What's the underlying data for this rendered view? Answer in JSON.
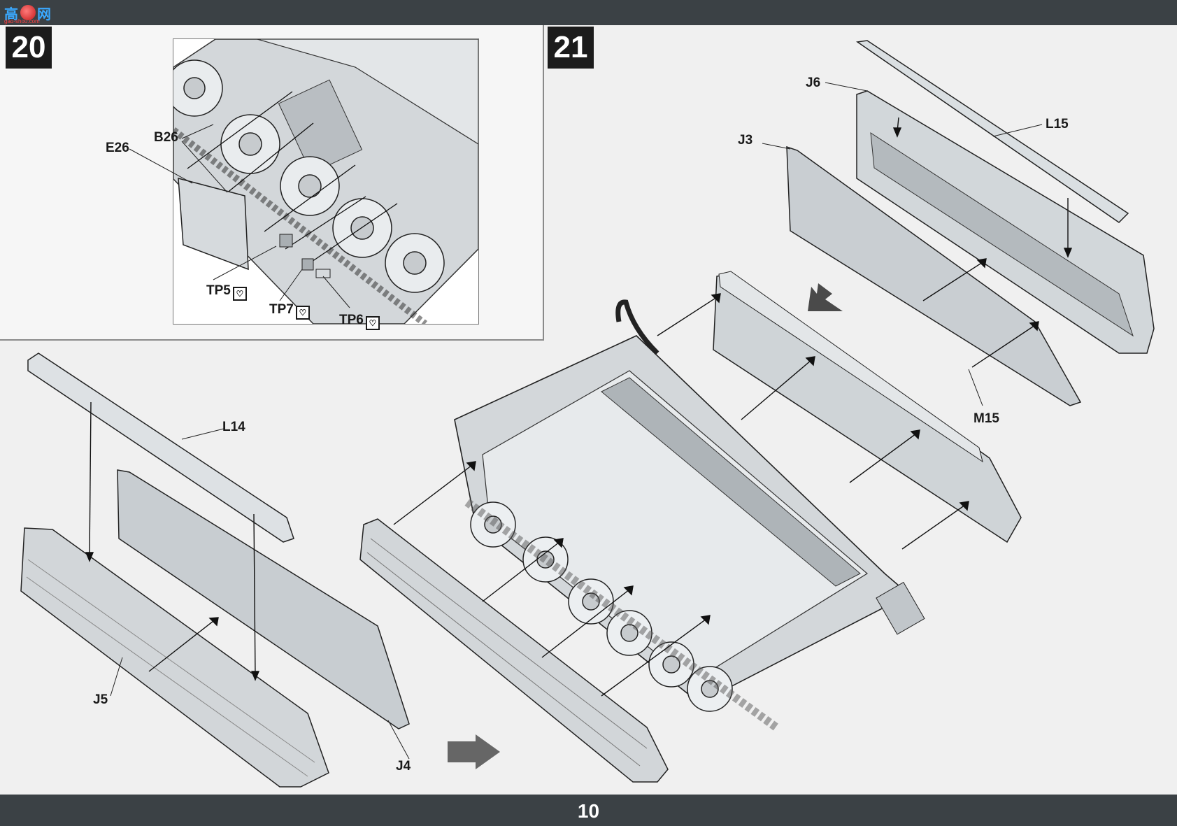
{
  "header": {
    "logo_text": "高",
    "logo_text2": "网",
    "logo_sub": "gao-shou.com"
  },
  "steps": {
    "step20": "20",
    "step21": "21"
  },
  "parts": {
    "e26": "E26",
    "b26": "B26",
    "tp5": "TP5",
    "tp7": "TP7",
    "tp6": "TP6",
    "j6": "J6",
    "l15": "L15",
    "j3": "J3",
    "m15": "M15",
    "l14": "L14",
    "j5": "J5",
    "j4": "J4"
  },
  "footer": {
    "page_number": "10"
  },
  "colors": {
    "bar": "#3b4145",
    "part_fill": "#d6dadd",
    "part_dark": "#a9afb3",
    "line": "#2a2a2a"
  }
}
